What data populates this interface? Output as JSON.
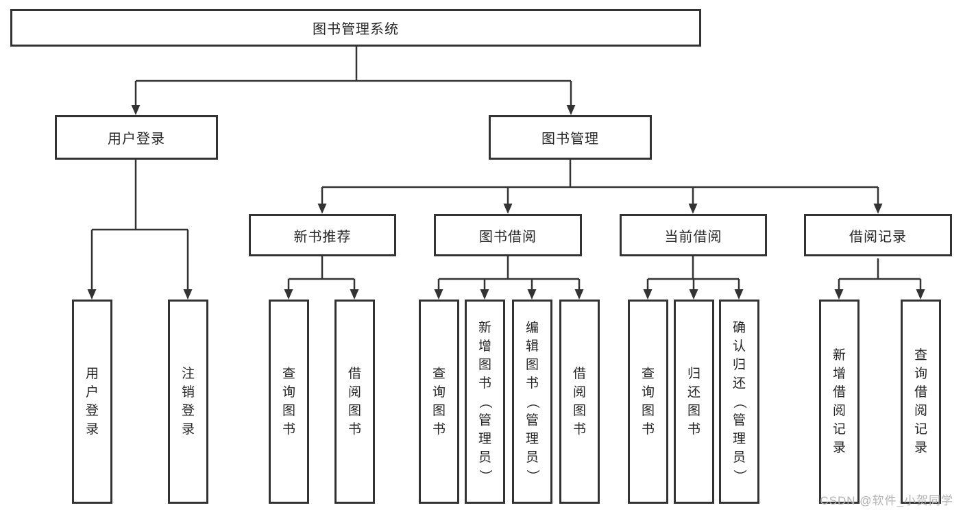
{
  "diagram": {
    "root": {
      "label": "图书管理系统",
      "children": [
        {
          "label": "用户登录",
          "children": [
            {
              "label": "用户登录"
            },
            {
              "label": "注销登录"
            }
          ]
        },
        {
          "label": "图书管理",
          "children": [
            {
              "label": "新书推荐",
              "children": [
                {
                  "label": "查询图书"
                },
                {
                  "label": "借阅图书"
                }
              ]
            },
            {
              "label": "图书借阅",
              "children": [
                {
                  "label": "查询图书"
                },
                {
                  "label": "新增图书（管理员）"
                },
                {
                  "label": "编辑图书（管理员）"
                },
                {
                  "label": "借阅图书"
                }
              ]
            },
            {
              "label": "当前借阅",
              "children": [
                {
                  "label": "查询图书"
                },
                {
                  "label": "归还图书"
                },
                {
                  "label": "确认归还（管理员）"
                }
              ]
            },
            {
              "label": "借阅记录",
              "children": [
                {
                  "label": "新增借阅记录"
                },
                {
                  "label": "查询借阅记录"
                }
              ]
            }
          ]
        }
      ]
    }
  },
  "watermark": {
    "text": "CSDN @软件_小贺同学"
  },
  "colors": {
    "line": "#333333",
    "box_border": "#333333",
    "text": "#262626",
    "watermark": "#b2b2b2",
    "background": "#ffffff"
  }
}
